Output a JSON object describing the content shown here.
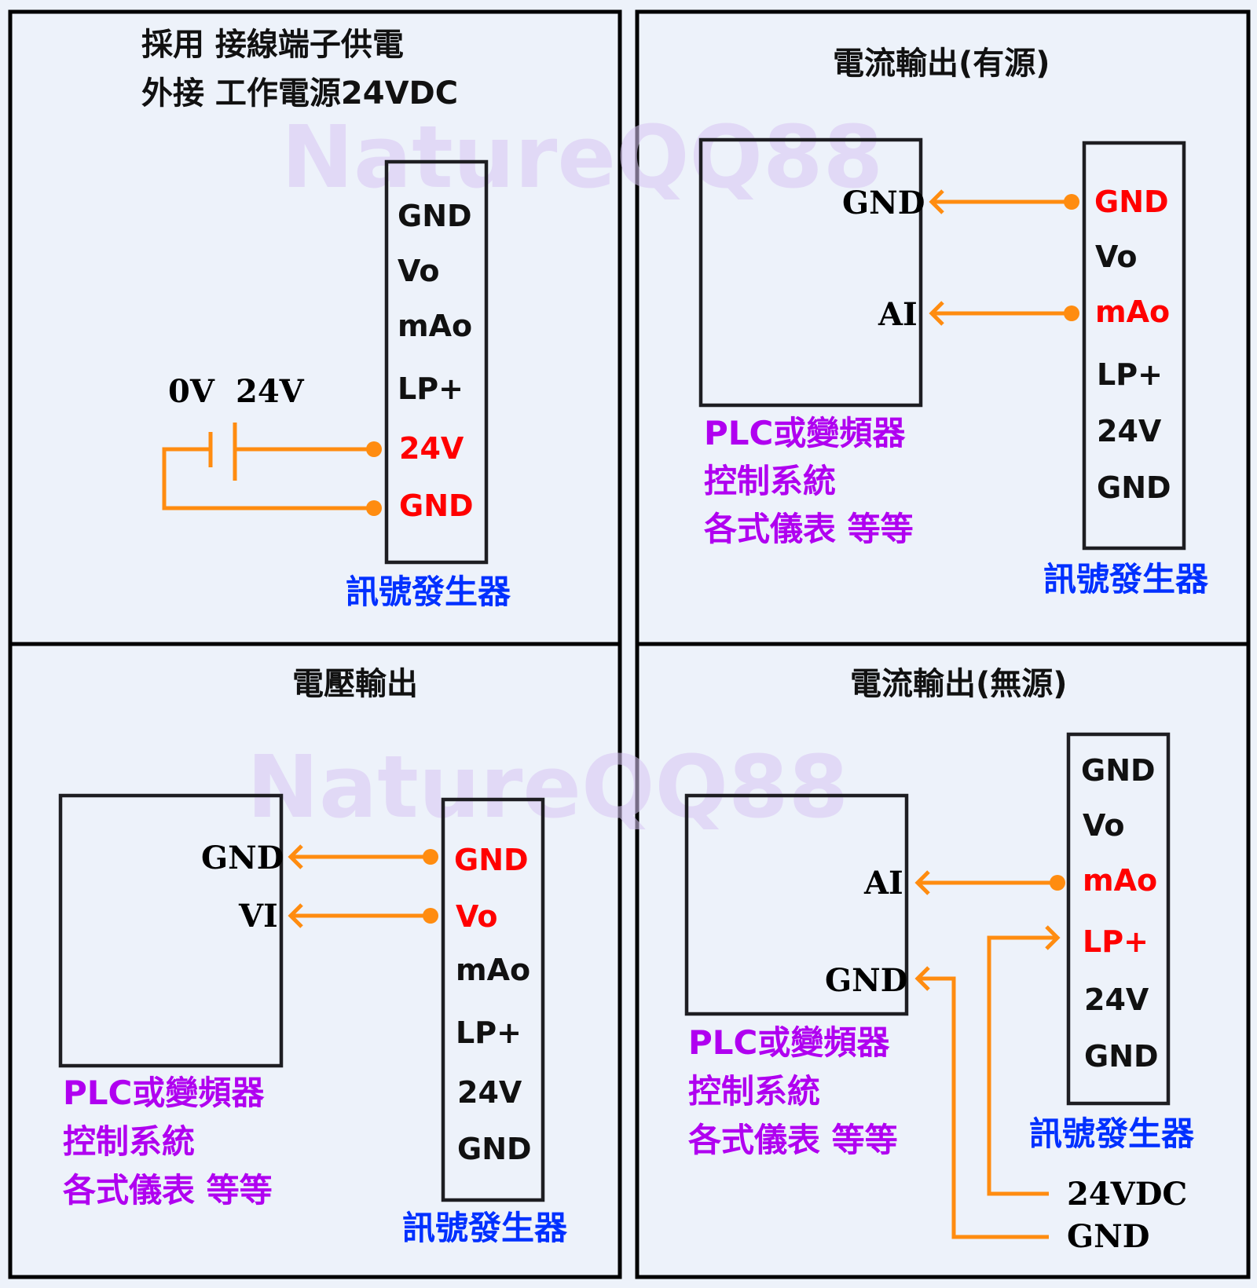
{
  "watermark": "NatureQQ88",
  "colors": {
    "wire": "#ff8c10",
    "highlight_pin": "#ff0000",
    "device_label": "#b000f0",
    "generator_label": "#0030ff"
  },
  "panels": [
    {
      "id": "power",
      "title_lines": [
        "採用 接線端子供電",
        "外接 工作電源24VDC"
      ],
      "battery_labels": [
        "0V",
        "24V"
      ],
      "terminal_pins": [
        {
          "label": "GND",
          "highlight": false
        },
        {
          "label": "Vo",
          "highlight": false
        },
        {
          "label": "mAo",
          "highlight": false
        },
        {
          "label": "LP+",
          "highlight": false
        },
        {
          "label": "24V",
          "highlight": true
        },
        {
          "label": "GND",
          "highlight": true
        }
      ],
      "generator_label": "訊號發生器"
    },
    {
      "id": "current-active",
      "title": "電流輸出(有源)",
      "device_pins": [
        "GND",
        "AI"
      ],
      "device_label_lines": [
        "PLC或變頻器",
        "控制系統",
        "各式儀表 等等"
      ],
      "terminal_pins": [
        {
          "label": "GND",
          "highlight": true
        },
        {
          "label": "Vo",
          "highlight": false
        },
        {
          "label": "mAo",
          "highlight": true
        },
        {
          "label": "LP+",
          "highlight": false
        },
        {
          "label": "24V",
          "highlight": false
        },
        {
          "label": "GND",
          "highlight": false
        }
      ],
      "generator_label": "訊號發生器"
    },
    {
      "id": "voltage",
      "title": "電壓輸出",
      "device_pins": [
        "GND",
        "VI"
      ],
      "device_label_lines": [
        "PLC或變頻器",
        "控制系統",
        "各式儀表 等等"
      ],
      "terminal_pins": [
        {
          "label": "GND",
          "highlight": true
        },
        {
          "label": "Vo",
          "highlight": true
        },
        {
          "label": "mAo",
          "highlight": false
        },
        {
          "label": "LP+",
          "highlight": false
        },
        {
          "label": "24V",
          "highlight": false
        },
        {
          "label": "GND",
          "highlight": false
        }
      ],
      "generator_label": "訊號發生器"
    },
    {
      "id": "current-passive",
      "title": "電流輸出(無源)",
      "device_pins": [
        "AI",
        "GND"
      ],
      "device_label_lines": [
        "PLC或變頻器",
        "控制系統",
        "各式儀表 等等"
      ],
      "terminal_pins": [
        {
          "label": "GND",
          "highlight": false
        },
        {
          "label": "Vo",
          "highlight": false
        },
        {
          "label": "mAo",
          "highlight": true
        },
        {
          "label": "LP+",
          "highlight": true
        },
        {
          "label": "24V",
          "highlight": false
        },
        {
          "label": "GND",
          "highlight": false
        }
      ],
      "generator_label": "訊號發生器",
      "external_supply": [
        "24VDC",
        "GND"
      ]
    }
  ]
}
